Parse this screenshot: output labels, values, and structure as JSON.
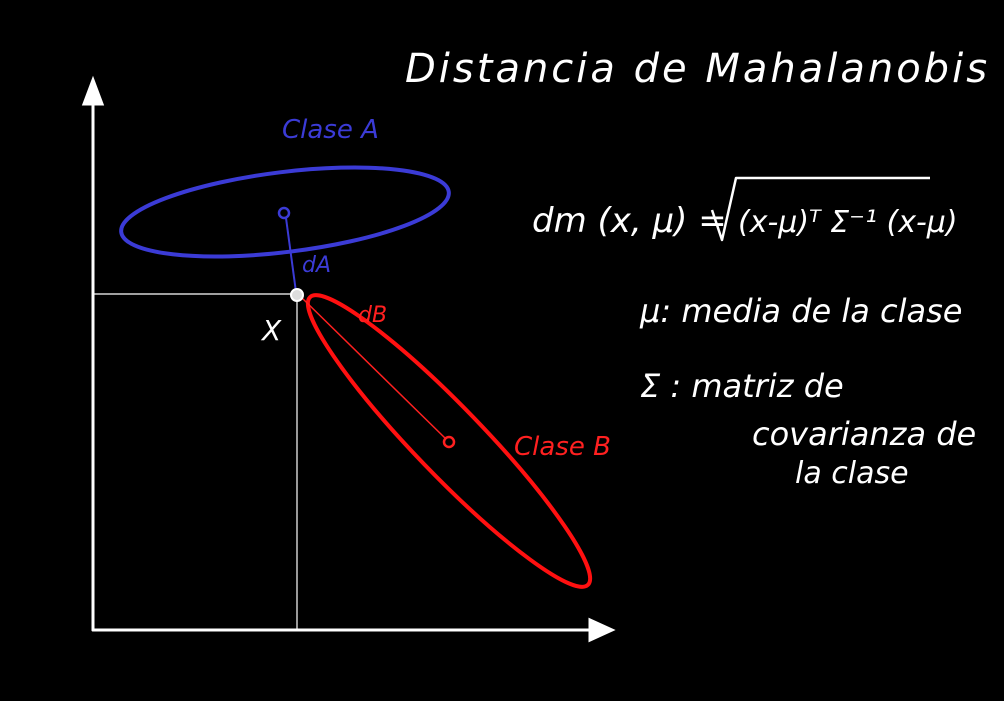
{
  "title": "Distancia de Mahalanobis",
  "labels": {
    "class_a": "Clase A",
    "class_b": "Clase B",
    "point": "X",
    "d_a": "dA",
    "d_b": "dB"
  },
  "formula": {
    "lhs": "dm (x, μ) =",
    "rhs": "(x-μ)ᵀ Σ⁻¹ (x-μ)"
  },
  "legend": {
    "mu_line": "μ: media de la clase",
    "sigma_line1": "Σ : matriz de",
    "sigma_line2": "covarianza de",
    "sigma_line3": "la clase"
  },
  "colors": {
    "background": "#000000",
    "class_a": "#3b3bd6",
    "class_b": "#ff2020",
    "ink": "#ffffff"
  }
}
